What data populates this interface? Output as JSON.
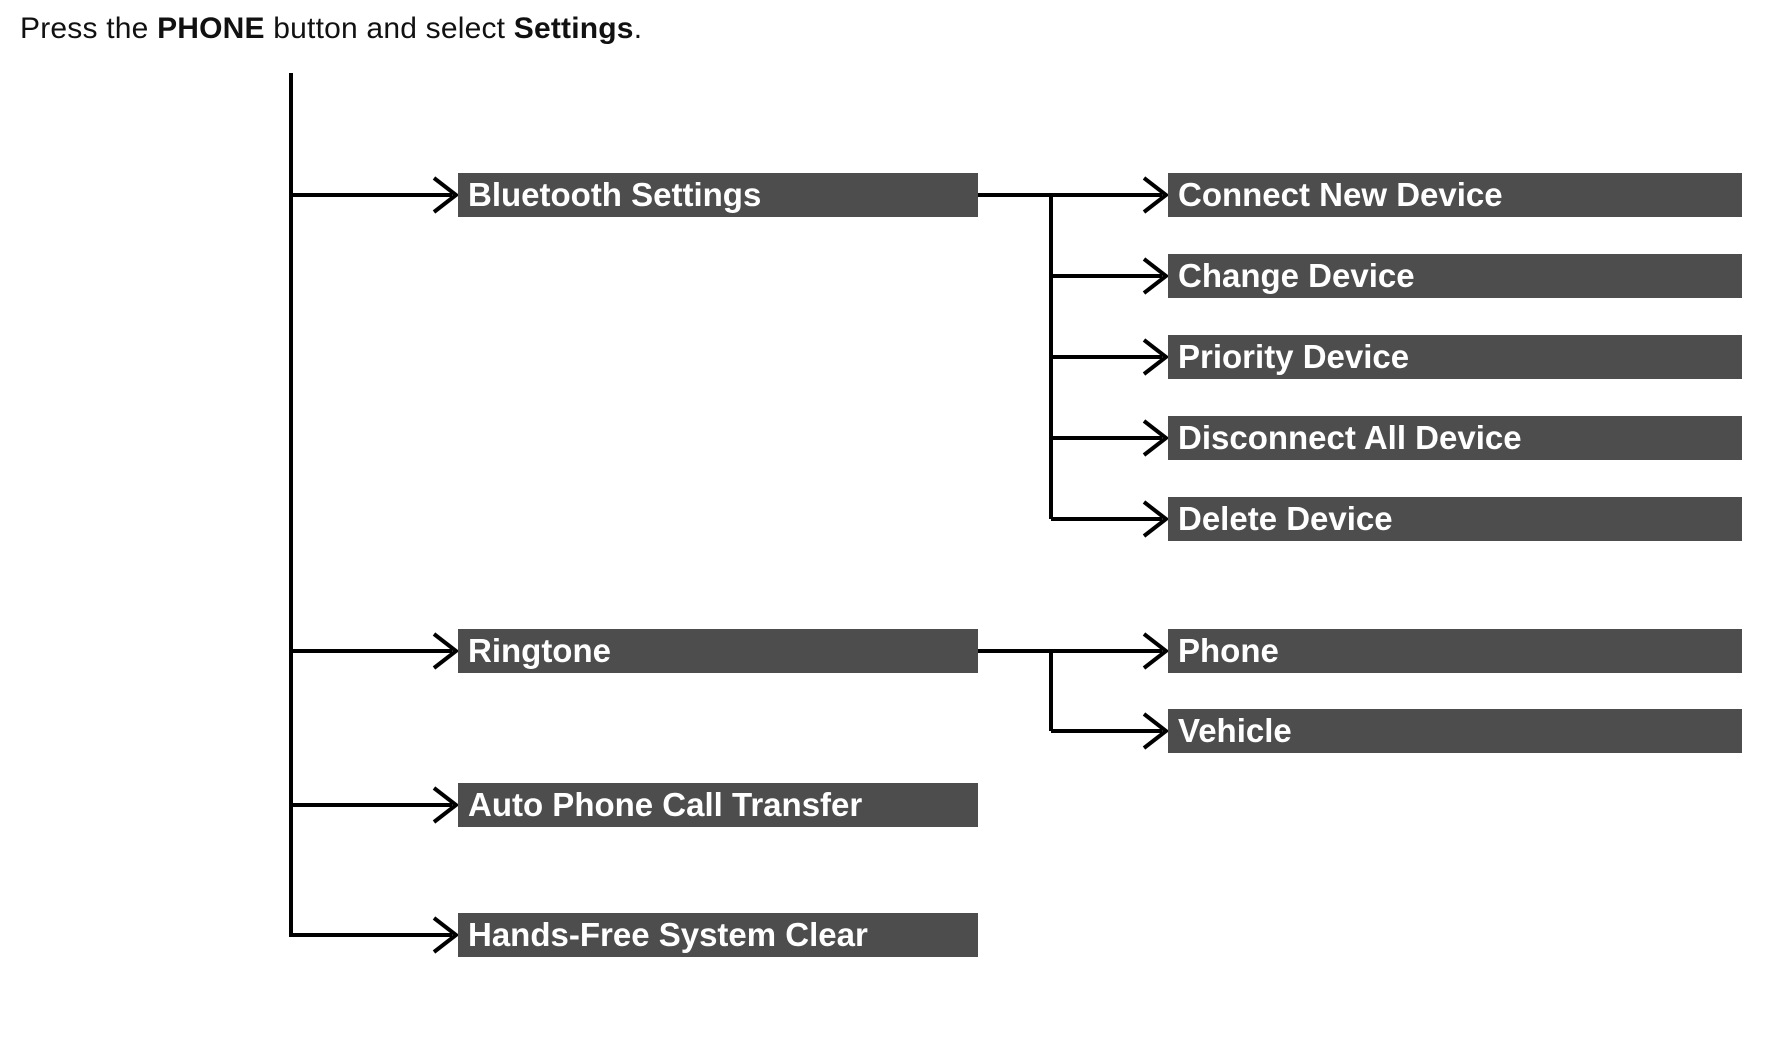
{
  "header": {
    "text_before_button": "Press the ",
    "button_name": "PHONE",
    "text_between": " button and select ",
    "menu_name": "Settings",
    "text_after": "."
  },
  "tree": {
    "level1": [
      {
        "label": "Bluetooth Settings",
        "children": [
          "Connect New Device",
          "Change Device",
          "Priority Device",
          "Disconnect All Device",
          "Delete Device"
        ]
      },
      {
        "label": "Ringtone",
        "children": [
          "Phone",
          "Vehicle"
        ]
      },
      {
        "label": "Auto Phone Call Transfer",
        "children": []
      },
      {
        "label": "Hands-Free System Clear",
        "children": []
      }
    ]
  },
  "colors": {
    "node_background": "#4d4d4d",
    "node_text": "#ffffff",
    "connector_line": "#000000",
    "title_text": "#111111",
    "page_background": "#ffffff"
  }
}
